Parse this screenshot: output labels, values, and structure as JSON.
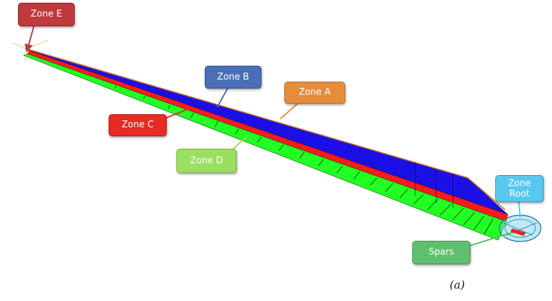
{
  "labels": {
    "zone_e": "Zone E",
    "zone_b": "Zone B",
    "zone_a": "Zone A",
    "zone_c": "Zone C",
    "zone_d": "Zone D",
    "zone_root": "Zone\nRoot",
    "spars": "Spars"
  },
  "caption": "(a)",
  "colors": {
    "zone_a": "#e48e3c",
    "zone_b": "#4a6fb8",
    "zone_c": "#e82a24",
    "zone_d": "#9adf62",
    "zone_e": "#c0393d",
    "zone_root": "#59c8ee",
    "spars": "#5fbf6e",
    "blade_blue": "#1a10e6",
    "blade_red": "#ff1a1a",
    "blade_green": "#22ff22"
  }
}
